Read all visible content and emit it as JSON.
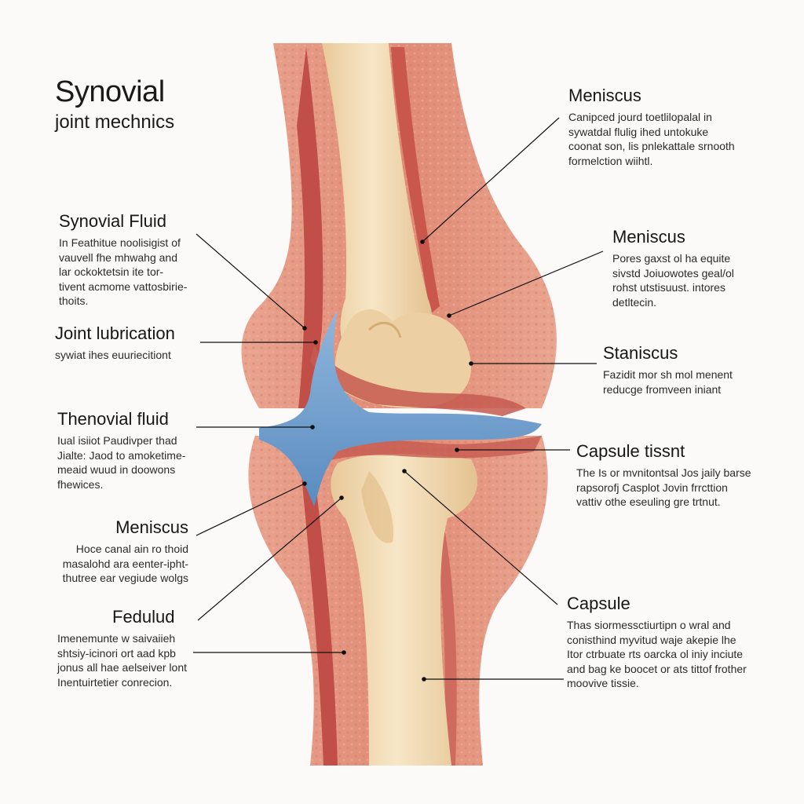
{
  "title": "Synovial",
  "subtitle": "joint mechnics",
  "labels": {
    "l1": {
      "heading": "Synovial Fluid",
      "desc": "In Feathitue noolisigist of\nvauvell fhe mhwahg and\nlar ockoktetsin ite tor-\ntivent acmome vattosbirie-\nthoits."
    },
    "l2": {
      "heading": "Joint lubrication",
      "desc": "sywiat ihes euuriecitiont"
    },
    "l3": {
      "heading": "Thenovial fluid",
      "desc": "Iual isiiot Paudivper thad\nJialte: Jaod to amoketime-\nmeaid wuud in doowons\nfhewices."
    },
    "l4": {
      "heading": "Meniscus",
      "desc": "Hoce canal ain ro thoid\nmasalohd ara eenter-ipht-\nthutree ear vegiude wolgs"
    },
    "l5": {
      "heading": "Fedulud",
      "desc": "Imenemunte w saivaiieh\nshtsiy-icinori ort aad kpb\njonus all hae aelseiver lont\nInentuirtetier conrecion."
    },
    "r1": {
      "heading": "Meniscus",
      "desc": "Canipced jourd toetlilopalal in\nsywatdal flulig ihed untokuke\ncoonat son, lis pnlekattale srnooth\nformelction wiihtl."
    },
    "r2": {
      "heading": "Meniscus",
      "desc": "Pores gaxst ol ha equite\nsivstd Joiuowotes geal/ol\nrohst utstisuust. intores\ndetltecin."
    },
    "r3": {
      "heading": "Staniscus",
      "desc": "Fazidit mor sh mol menent\nreducge fromveen iniant"
    },
    "r4": {
      "heading": "Capsule tissnt",
      "desc": "The Is or mvnitontsal Jos jaily barse\nrapsorofj Casplot Jovin frrcttion\nvattiv othe eseuling gre trtnut."
    },
    "r5": {
      "heading": "Capsule",
      "desc": "Thas siormessctiurtipn o wral and\nconisthind myvitud waje akepie lhe\nItor ctrbuate rts oarcka ol iniy inciute\nand bag ke boocet or ats tittof frother\nmoovive tissie."
    }
  },
  "colors": {
    "background": "#fbfaf8",
    "muscle": "#e0917c",
    "muscle_dark": "#c04d45",
    "bone": "#f2dcb4",
    "bone_shade": "#e5c594",
    "synovial_fluid": "#6e9fcc",
    "leader_line": "#111111"
  }
}
